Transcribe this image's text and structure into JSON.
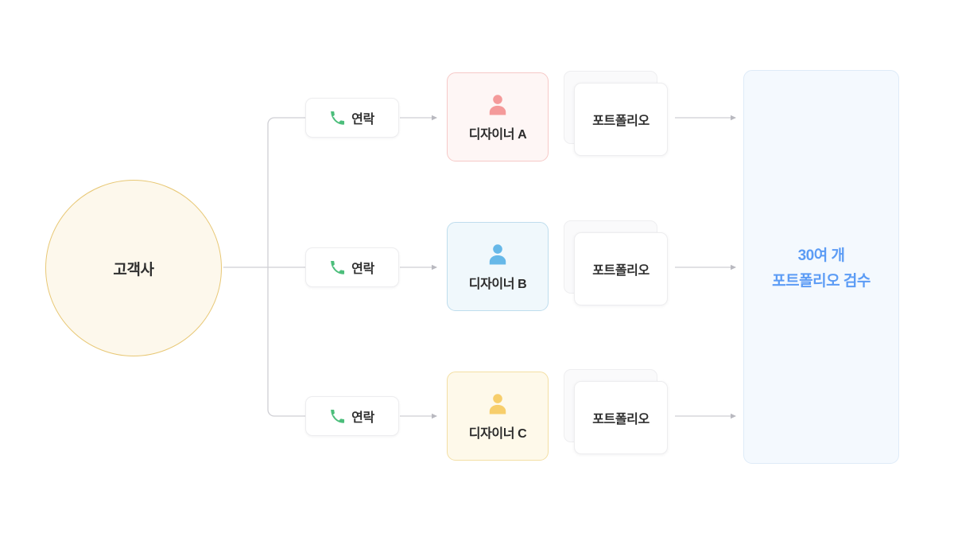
{
  "diagram": {
    "title": "Designer portfolio review workflow",
    "colors": {
      "background": "#FFFFFF",
      "client_fill": "#FDF8EC",
      "client_border": "#E8C876",
      "connector": "#CFCFD4",
      "designer_a_fill": "#FEF6F5",
      "designer_a_border": "#F6C9C7",
      "designer_a_icon": "#F49A9A",
      "designer_b_fill": "#F0F8FC",
      "designer_b_border": "#BFDDED",
      "designer_b_icon": "#66B8E8",
      "designer_c_fill": "#FEF9EA",
      "designer_c_border": "#F3DFA4",
      "designer_c_icon": "#F7CE6B",
      "review_fill": "#F4F9FE",
      "review_border": "#DEEBF8",
      "review_text": "#5C9CF5",
      "phone_icon": "#4CBE7B"
    },
    "client": {
      "label": "고객사",
      "shape": "circle"
    },
    "branches": [
      {
        "contact": {
          "label": "연락",
          "icon": "phone-icon"
        },
        "designer": {
          "name": "디자이너 A",
          "icon": "person-icon",
          "variant": "pink"
        },
        "portfolio": {
          "label": "포트폴리오",
          "icon": "document-stack-icon"
        }
      },
      {
        "contact": {
          "label": "연락",
          "icon": "phone-icon"
        },
        "designer": {
          "name": "디자이너 B",
          "icon": "person-icon",
          "variant": "blue"
        },
        "portfolio": {
          "label": "포트폴리오",
          "icon": "document-stack-icon"
        }
      },
      {
        "contact": {
          "label": "연락",
          "icon": "phone-icon"
        },
        "designer": {
          "name": "디자이너 C",
          "icon": "person-icon",
          "variant": "yellow"
        },
        "portfolio": {
          "label": "포트폴리오",
          "icon": "document-stack-icon"
        }
      }
    ],
    "review": {
      "line1": "30여 개",
      "line2": "포트폴리오 검수"
    }
  }
}
